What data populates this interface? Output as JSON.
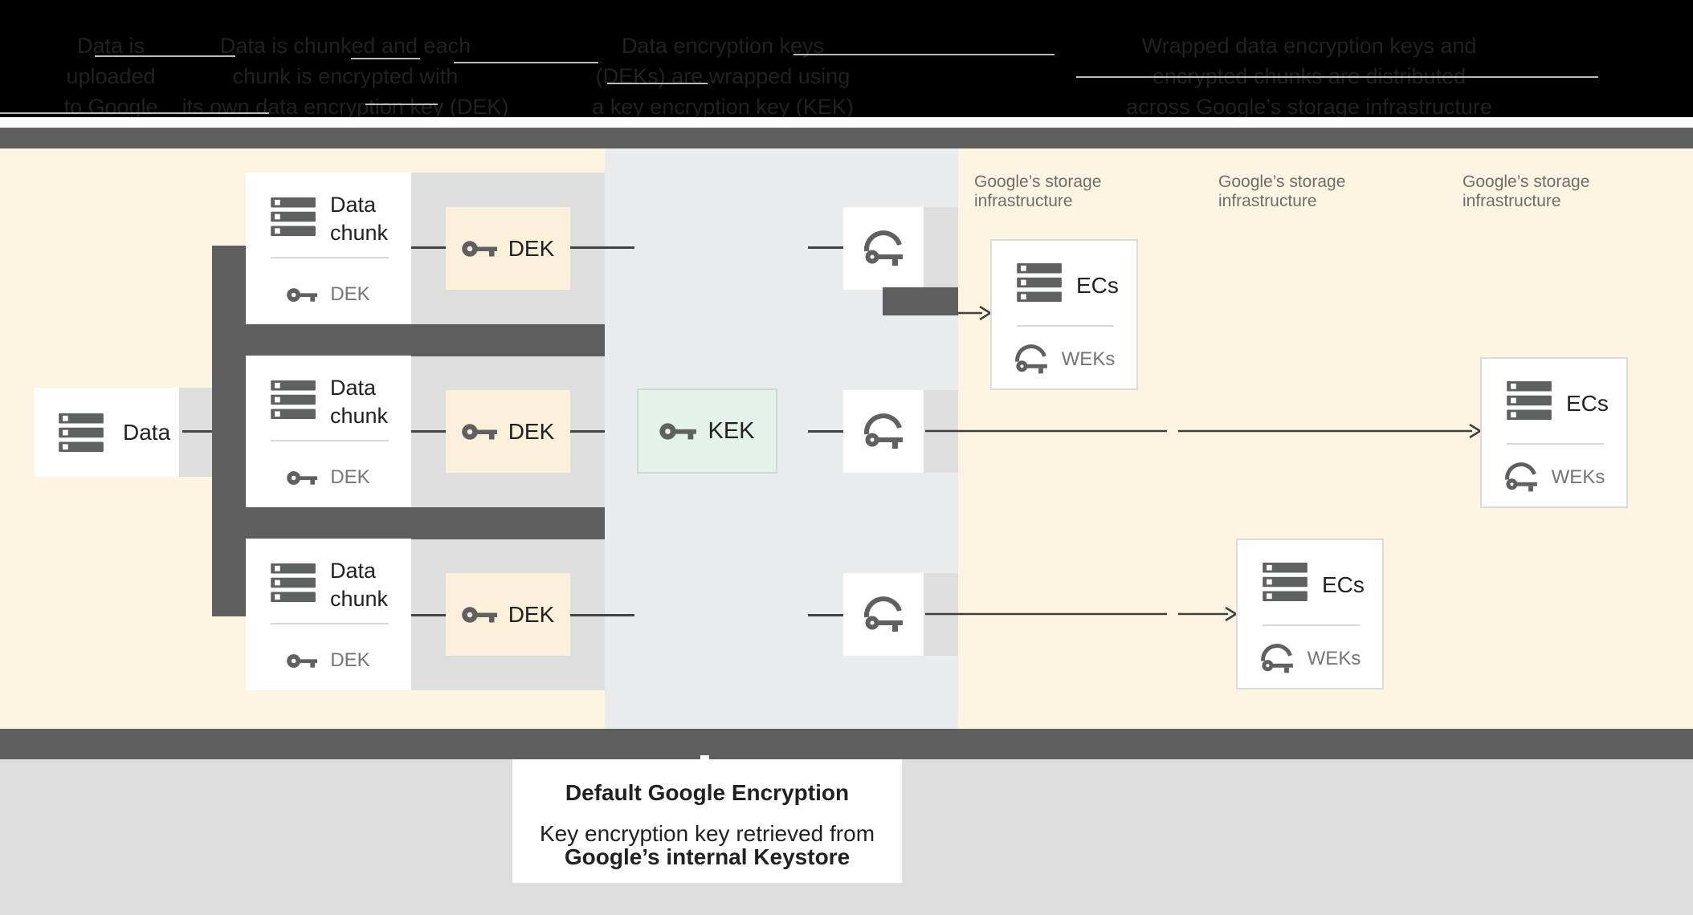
{
  "header": {
    "bg": "#000000",
    "text_color": "#212121",
    "steps": [
      {
        "lines": [
          "Data is",
          "uploaded",
          "to Google"
        ]
      },
      {
        "lines": [
          "Data is chunked and each",
          "chunk is encrypted with",
          "its own data encryption key (DEK)"
        ]
      },
      {
        "lines": [
          "Data encryption keys",
          "(DEKs) are wrapped using",
          "a key encryption key (KEK)"
        ]
      },
      {
        "lines": [
          "Wrapped data encryption keys and",
          "encrypted chunks are distributed",
          "across Google’s storage infrastructure"
        ]
      }
    ]
  },
  "zones": {
    "customer_bg": "#fdf5e1",
    "kek_zone_bg": "#e9edee",
    "storage_bg": "#fdf5e1",
    "row_band_gray": "#dedede",
    "separator_bar": "#5e5e5e",
    "bottom_bg": "#dedede"
  },
  "data_box": {
    "label": "Data"
  },
  "chunk_card": {
    "title_lines": [
      "Data",
      "chunk"
    ],
    "key_label": "DEK"
  },
  "dek_box": {
    "label": "DEK",
    "bg": "#fbf1da"
  },
  "kek_box": {
    "label": "KEK",
    "bg": "#e5f2ea"
  },
  "storage_label": {
    "line1": "Google’s storage",
    "line2": "infrastructure"
  },
  "ecs_card": {
    "title": "ECs",
    "key_label": "WEKs"
  },
  "caption": {
    "title": "Default Google Encryption",
    "body_line1": "Key encryption key retrieved from",
    "body_line2": "Google’s internal Keystore"
  },
  "accent_colors": {
    "line": "#424242",
    "icon_gray": "#5f6060",
    "text_gray": "#757575",
    "label_gray": "#6d6d6d"
  }
}
